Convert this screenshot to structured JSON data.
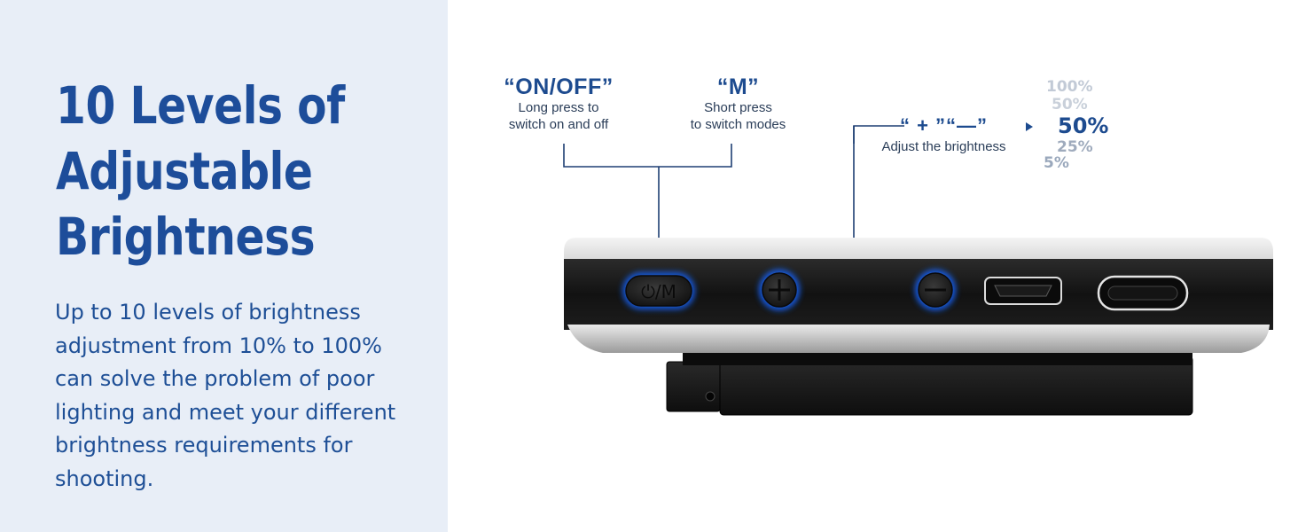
{
  "headline": {
    "lines": [
      "10 Levels of",
      "Adjustable",
      "Brightness"
    ]
  },
  "body": {
    "lines": [
      "Up to 10 levels of brightness",
      "adjustment from 10% to 100%",
      "can solve the problem of poor",
      "lighting and meet your different",
      "brightness requirements for",
      "shooting."
    ]
  },
  "labels": {
    "power": {
      "title": "“ON/OFF”",
      "desc_lines": [
        "Long press to",
        "switch on and off"
      ]
    },
    "mode": {
      "title": "“M”",
      "desc_lines": [
        "Short press",
        "to switch modes"
      ]
    },
    "adjust": {
      "title": "“ + ”“—”",
      "desc": "Adjust the brightness"
    }
  },
  "brightness_levels": [
    "100%",
    "50%",
    "50%",
    "25%",
    "5%"
  ],
  "device": {
    "power_button_text": "⏻/M"
  },
  "colors": {
    "accent": "#1d4d9a",
    "panel_bg": "#e8eef7",
    "glow": "#1565ff"
  }
}
